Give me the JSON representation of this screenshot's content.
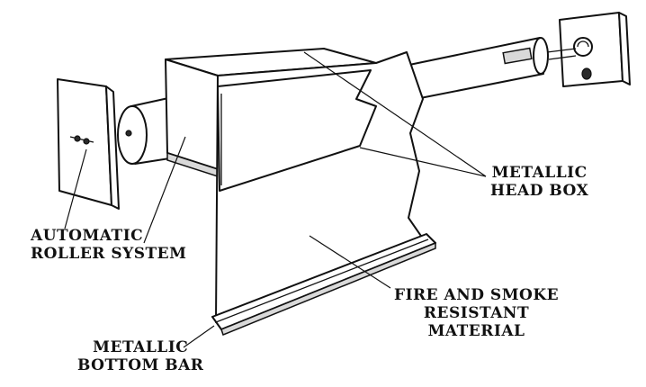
{
  "labels": {
    "head_box_line1": "METALLIC",
    "head_box_line2": "HEAD BOX",
    "roller_line1": "AUTOMATIC",
    "roller_line2": "ROLLER SYSTEM",
    "material_line1": "FIRE AND SMOKE",
    "material_line2": "RESISTANT",
    "material_line3": "MATERIAL",
    "bottom_bar_line1": "METALLIC",
    "bottom_bar_line2": "BOTTOM BAR"
  },
  "colors": {
    "line": "#111111",
    "background": "#ffffff"
  }
}
